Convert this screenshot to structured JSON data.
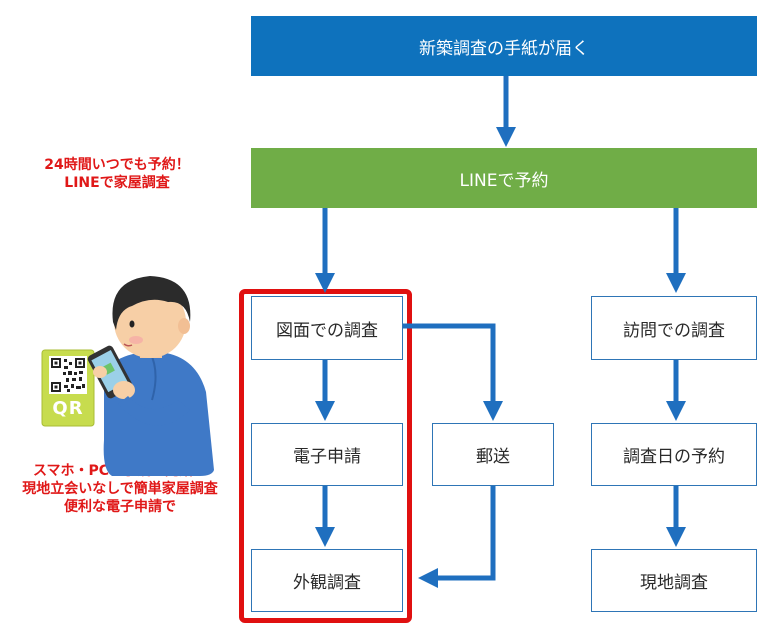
{
  "nodes": {
    "letter": "新築調査の手紙が届く",
    "line": "LINEで予約",
    "drawing_survey": "図面での調査",
    "e_application": "電子申請",
    "exterior_survey": "外観調査",
    "mail": "郵送",
    "visit_survey": "訪問での調査",
    "date_reservation": "調査日の予約",
    "onsite_survey": "現地調査"
  },
  "notes": {
    "top_line1": "24時間いつでも予約！",
    "top_line2": "LINEで家屋調査",
    "bottom_line1": "スマホ・PCで手続き完結！",
    "bottom_line2": "現地立会いなしで簡単家屋調査",
    "bottom_line3": "便利な電子申請で"
  },
  "qr_label": "QR",
  "colors": {
    "header_blue": "#0e72bd",
    "line_green": "#70ad47",
    "arrow_blue": "#1f6fbf",
    "highlight_red": "#e01010",
    "note_red": "#e01818"
  }
}
